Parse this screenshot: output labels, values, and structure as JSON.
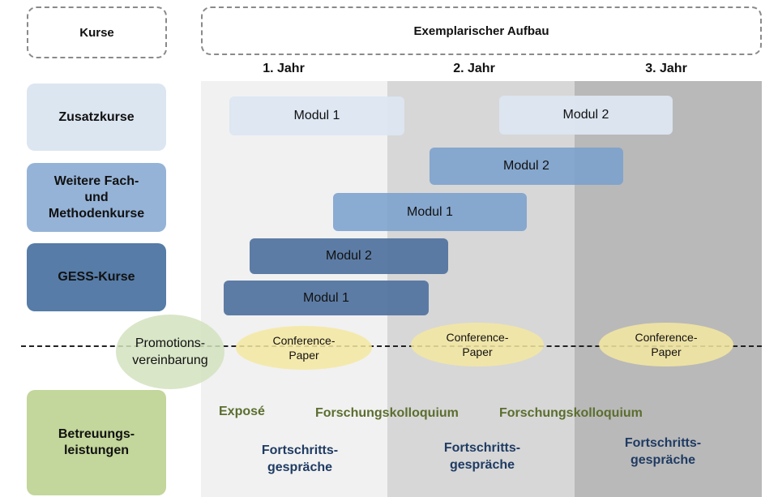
{
  "header": {
    "kurse_label": "Kurse",
    "aufbau_label": "Exemplarischer Aufbau"
  },
  "years": [
    "1. Jahr",
    "2. Jahr",
    "3. Jahr"
  ],
  "categories": {
    "zusatzkurse": "Zusatzkurse",
    "weitere": "Weitere Fach-\nund\nMethodenkurse",
    "gess": "GESS-Kurse",
    "betreuung": "Betreuungs-\nleistungen"
  },
  "modules": {
    "zusatz_1": "Modul 1",
    "zusatz_2": "Modul 2",
    "weitere_2": "Modul 2",
    "weitere_1": "Modul 1",
    "gess_2": "Modul 2",
    "gess_1": "Modul 1"
  },
  "promotion": "Promotions-\nvereinbarung",
  "conference": [
    "Conference-\nPaper",
    "Conference-\nPaper",
    "Conference-\nPaper"
  ],
  "betreuung_items": {
    "expose": "Exposé",
    "kolloquium_1": "Forschungskolloquium",
    "kolloquium_2": "Forschungskolloquium",
    "fortschritt_1": "Fortschritts-\ngespräche",
    "fortschritt_2": "Fortschritts-\ngespräche",
    "fortschritt_3": "Fortschritts-\ngespräche"
  },
  "colors": {
    "year1": "#f1f1f1",
    "year2": "#d7d7d7",
    "year3": "#b9b9b9",
    "zusatz": "#dce6f1",
    "weitere": "#95b3d7",
    "gess": "#567ca7",
    "betreuung": "#c3d69b",
    "conference": "#f5e8a0",
    "text_green": "#5b6e2f",
    "text_blue": "#1f3b63"
  }
}
